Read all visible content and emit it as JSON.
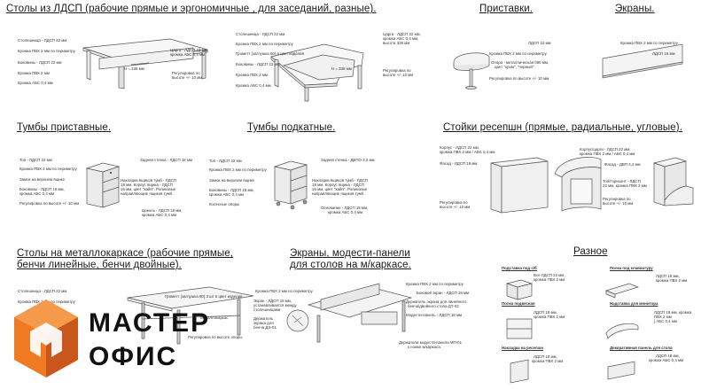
{
  "sections": {
    "tables": "Столы из ЛДСП (рабочие прямые и эргономичные , для заседаний, разные).",
    "extensions": "Приставки.",
    "screens": "Экраны.",
    "pedestals_attached": "Тумбы приставные.",
    "pedestals_under": "Тумбы подкатные.",
    "reception": "Стойки ресепшн (прямые, радиальные, угловые).",
    "metal_tables_line1": "Столы на металлокаркасе (рабочие прямые,",
    "metal_tables_line2": "бенчи линейные, бенчи двойные).",
    "metal_screens_line1": "Экраны, модести-панели",
    "metal_screens_line2": "для столов на м/каркасе.",
    "misc": "Разное"
  },
  "labels": {
    "tables_left": [
      "Столешница - ЛДСП 22 мм.",
      "Кромка ПВХ 2 мм по периметру",
      "Боковины - ЛДСП 22 мм",
      "Кромка ПВХ 2 мм",
      "Кромка АБС 0,4 мм"
    ],
    "tables_mid_left": [
      "Столешница - ЛДСП 22 мм.",
      "Кромка ПВХ 2 мм по периметру",
      "Грометт (заглушка 60) в цвет изделия",
      "Боковины - ЛДСП 22 мм",
      "Кромка ПВХ 2 мм",
      "Кромка АБС 0,4 мм"
    ],
    "tables_mid_right": [
      "Царга - ЛДСП 22 мм,",
      "кромка АБС 0,4 мм",
      "Регулировка по",
      "высоте +/- 10 мм"
    ],
    "tables_right": [
      "Царга - ЛДСП 22 мм,",
      "кромка АБС 0,4 мм,",
      "высота 335 мм",
      "Регулировка по",
      "высоте +/- 10 мм"
    ],
    "tables_dims": [
      "H = 335 мм",
      "H = 335 мм"
    ],
    "extensions": [
      "ЛДСП 22 мм",
      "Кромка ПВХ 2 мм по периметру",
      "Опора - металлическая 060 мм,",
      "цвет \"хром\", \"черный\"",
      "Регулировка по высоте +/- 10 мм"
    ],
    "screens": [
      "Кромка ПВХ 2 мм по периметру",
      "ЛДСП 16 мм"
    ],
    "pedestal_att_left": [
      "Топ - ЛДСП 22 мм",
      "Кромка ПВХ 2 мм по периметру",
      "Замок на верхнем ящике",
      "Боковины - ЛДСП 18 мм,",
      "кромка АБС 0,4 мм",
      "Регулировка по высоте +/- 10 мм"
    ],
    "pedestal_att_right": [
      "Задняя стенка - ЛДСП 18 мм",
      "Накладки ящиков тумб - ЛДСП",
      "18 мм. Корпус ящика - ЛДСП",
      "16 мм, цвет \"хайп\". Роликовые",
      "направляющие ящиков тумб",
      "Цоколь - ЛДСП 18 мм,",
      "кромка АБС 0,4 мм"
    ],
    "pedestal_und_left": [
      "Топ - ЛДСП 22 мм",
      "Кромка ПВХ 2 мм по периметру",
      "Замок на верхнем ящике",
      "Боковины - ЛДСП 18 мм,",
      "кромка АБС 0,4 мм",
      "Колесные опоры"
    ],
    "pedestal_und_right": [
      "Задняя стенка - ДВПО 3,2 мм",
      "Накладки ящиков тумб - ЛДСП",
      "18 мм. Корпус ящика - ЛДСП",
      "16 мм, цвет \"хайп\". Роликовые",
      "направляющие ящиков тумб",
      "Основание - ЛДСП 18 мм,",
      "кромка АБС 0,4 мм"
    ],
    "reception_left": [
      "Корпус - ЛДСП 22 мм,",
      "кромка ПВХ 2 мм / АБС 0,4 мм",
      "Фасад - ЛДСП 18 мм",
      "Регулировка по",
      "высоте +/- 10 мм"
    ],
    "reception_right": [
      "Корпус/царги - ЛДСП 22 мм,",
      "кромка ПВХ 2 мм / АБС 0,4 мм",
      "Фасад - ДВП 3,2 мм",
      "Топ/Горизонт - ЛДСП",
      "22 мм, кромка ПВХ 2 мм",
      "Регулировка по",
      "высоте +/- 10 мм"
    ],
    "metal_tables": [
      "Столешница - ЛДСП 22 мм",
      "Кромка ПВХ 2 мм по периметру",
      "Грометт (заглушка 80) 3 шт в цвет изделия",
      "Металлокаркас",
      "Регулировка по высоте опоры"
    ],
    "metal_screens_left": [
      "Кромка ПВХ 2 мм по периметру",
      "Экран - ЛДСП 18 мм,",
      "устанавливается между",
      "столешницами",
      "Держатель",
      "экрана для",
      "бенча ДЭ-01"
    ],
    "metal_screens_right": [
      "Кромка ПВХ 2 мм по периметру",
      "Боковой экран - ЛДСП 18 мм",
      "Держатель экрана для линейного",
      "бенча/двойного стола ДТ-02",
      "Модести-панель - ЛДСП 18 мм",
      "Держатели модести-панели МП-01",
      "к ножке м/каркаса"
    ],
    "misc_left": [
      "Подставка под с/б",
      "Все ЛДСП 22 мм,",
      "кромка ПВХ 2 мм",
      "Полка подвесная",
      "ЛДСП 18 мм,",
      "кромка ПВХ 2 мм",
      "Накладка на ресепшн",
      "ЛДСП 18 мм,",
      "кромка ПВХ 2 мм"
    ],
    "misc_right": [
      "Полка под клавиатуру",
      "ЛДСП 18 мм,",
      "кромка ПВХ 2 мм",
      "Надставка для монитора",
      "ЛДСП 18 мм, кромка",
      "ПВХ 2 мм",
      "| АБС 0,4 мм",
      "Декоративная панель для стола",
      "ЛДСП 18 мм,",
      "кромка АБС 0,4 мм"
    ]
  },
  "logo": {
    "word1": "МАСТЕР",
    "word2": "ОФИС",
    "colors": {
      "orange": "#f07a21",
      "dark_orange": "#c9561a",
      "text": "#111111"
    }
  }
}
